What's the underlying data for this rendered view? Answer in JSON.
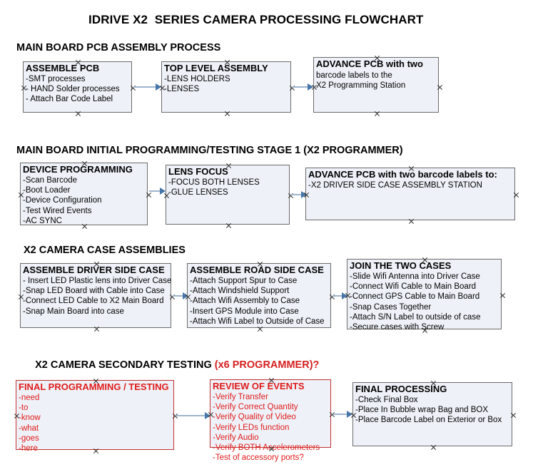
{
  "document": {
    "title": "IDRIVE X2  SERIES CAMERA PROCESSING FLOWCHART"
  },
  "colors": {
    "node_fill": "#eef2f8",
    "node_border": "#6b6b6b",
    "red_accent": "#e01b1b",
    "connector": "#9fb4cc",
    "arrowhead": "#4876a8"
  },
  "sections": [
    {
      "heading": "MAIN BOARD PCB ASSEMBLY PROCESS",
      "heading_accent": "",
      "nodes": [
        {
          "title": "ASSEMBLE PCB",
          "lines": [
            " -SMT processes",
            "- HAND Solder processes",
            "- Attach Bar Code Label"
          ]
        },
        {
          "title": "TOP LEVEL ASSEMBLY",
          "lines": [
            "-LENS HOLDERS",
            "-LENSES"
          ]
        },
        {
          "title": "ADVANCE PCB with two",
          "lines": [
            "barcode labels to the",
            " X2 Programming Station"
          ]
        }
      ]
    },
    {
      "heading": "MAIN BOARD INITIAL PROGRAMMING/TESTING STAGE 1 (X2 PROGRAMMER)",
      "heading_accent": "",
      "nodes": [
        {
          "title": "DEVICE PROGRAMMING",
          "lines": [
            "-Scan Barcode",
            "-Boot Loader",
            "-Device Configuration",
            "-Test Wired Events",
            "-AC SYNC"
          ]
        },
        {
          "title": "LENS FOCUS",
          "lines": [
            "-FOCUS BOTH LENSES",
            "-GLUE LENSES"
          ]
        },
        {
          "title": "ADVANCE PCB with two barcode labels to:",
          "lines": [
            "-X2 DRIVER  SIDE  CASE  ASSEMBLY STATION"
          ]
        }
      ]
    },
    {
      "heading": "X2 CAMERA CASE ASSEMBLIES",
      "heading_accent": "",
      "nodes": [
        {
          "title": "ASSEMBLE DRIVER SIDE CASE",
          "lines": [
            "- Insert LED Plastic lens into Driver Case",
            "-Snap LED Board with Cable into Case",
            "-Connect LED Cable to X2 Main Board",
            "-Snap Main Board into case"
          ]
        },
        {
          "title": "ASSEMBLE ROAD SIDE CASE",
          "lines": [
            "-Attach Support Spur to Case",
            "-Attach Windshield Support",
            "-Attach Wifi Assembly to Case",
            "-Insert GPS Module into Case",
            "-Attach Wifi Label to Outside of Case"
          ]
        },
        {
          "title": "JOIN THE TWO CASES",
          "lines": [
            "-Slide Wifi Antenna into Driver Case",
            "-Connect Wifi Cable to Main Board",
            "-Connect GPS Cable to Main Board",
            "-Snap Cases Together",
            "-Attach S/N Label to outside of case",
            "-Secure cases with Screw"
          ]
        }
      ]
    },
    {
      "heading": "X2 CAMERA SECONDARY TESTING ",
      "heading_accent": "(x6 PROGRAMMER)?",
      "nodes": [
        {
          "title": "FINAL PROGRAMMING / TESTING",
          "lines": [
            "-need",
            "-to",
            "-know",
            "-what",
            "-goes",
            "-here"
          ]
        },
        {
          "title": "REVIEW OF EVENTS",
          "lines": [
            "-Verify Transfer",
            "-Verify Correct Quantity",
            "-Verify Quality of Video",
            "-Verify LEDs function",
            "-Verify Audio",
            "-Verify BOTH Accelerometers",
            "-Test of accessory ports?"
          ]
        },
        {
          "title": "FINAL PROCESSING",
          "lines": [
            " -Check Final Box",
            "-Place In Bubble wrap Bag and BOX",
            "-Place Barcode Label on Exterior or Box"
          ]
        }
      ]
    }
  ]
}
